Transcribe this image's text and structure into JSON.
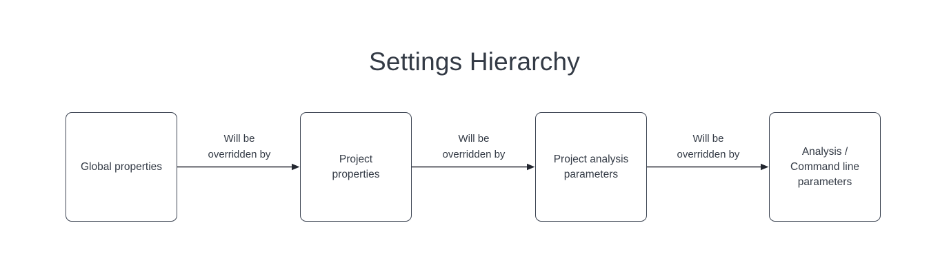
{
  "diagram": {
    "title": "Settings Hierarchy",
    "type": "flowchart",
    "direction": "left-to-right",
    "background_color": "#ffffff",
    "text_color": "#333a45",
    "border_color": "#3b4351",
    "edge_color": "#232730",
    "nodes": [
      {
        "id": "global",
        "label": "Global properties"
      },
      {
        "id": "project",
        "label": "Project\nproperties"
      },
      {
        "id": "analysis",
        "label": "Project analysis\nparameters"
      },
      {
        "id": "cmdline",
        "label": "Analysis /\nCommand line\nparameters"
      }
    ],
    "edges": [
      {
        "from": "global",
        "to": "project",
        "label": "Will be\noverridden by"
      },
      {
        "from": "project",
        "to": "analysis",
        "label": "Will be\noverridden by"
      },
      {
        "from": "analysis",
        "to": "cmdline",
        "label": "Will be\noverridden by"
      }
    ]
  }
}
